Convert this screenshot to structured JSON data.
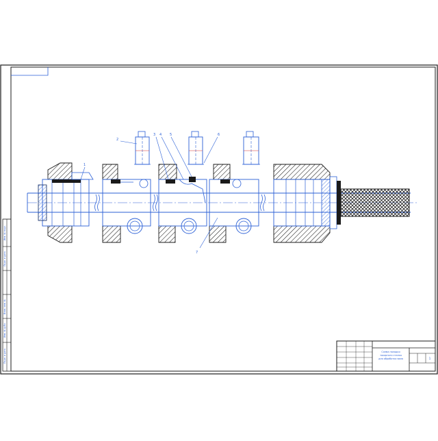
{
  "colors": {
    "line": "#2a5fd6",
    "frame": "#1a1a1a",
    "hatch": "#1a1a1a",
    "bg": "#ffffff"
  },
  "callouts": [
    "2",
    "3",
    "4",
    "5",
    "6",
    "1",
    "7"
  ],
  "title_block": {
    "line1": "Схема наладки",
    "line2": "токарного станка",
    "line3": "для обработки вала",
    "sheet": "1"
  },
  "side_stamp": [
    "Инв. № подл.",
    "Подп. и дата",
    "Взам. инв. №",
    "Инв. № дубл.",
    "Подп. и дата"
  ]
}
